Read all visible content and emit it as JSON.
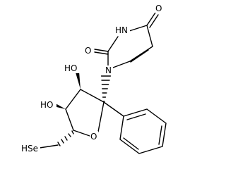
{
  "molecule": {
    "atoms": {
      "o_upper": "O",
      "nh": "HN",
      "o_left": "O",
      "n1": "N",
      "ho_upper": "HO",
      "ho_lower": "HO",
      "o_ring": "O",
      "se": "HSe"
    }
  }
}
